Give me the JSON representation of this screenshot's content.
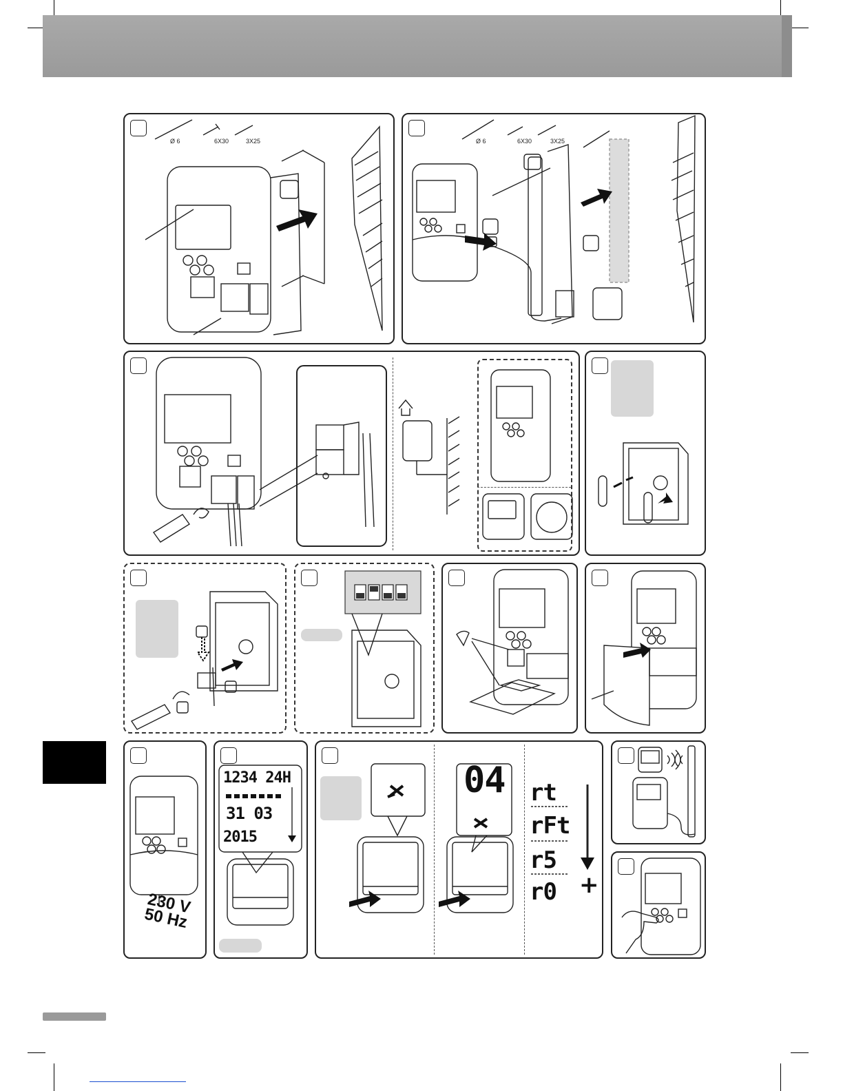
{
  "labels": {
    "drill": "Ø 6",
    "plug": "6X30",
    "screw": "3X25"
  },
  "display": {
    "line1": "1234 24H",
    "line2": "31 03",
    "line3": "2015",
    "big": "04"
  },
  "modes": [
    "rt",
    "rFt",
    "r5",
    "r0"
  ],
  "plus_sign": "+",
  "power": {
    "voltage": "230 V",
    "frequency": "50 Hz"
  },
  "colors": {
    "header": "#a3a3a3",
    "panel_border": "#222222",
    "placeholder": "#d7d7d7",
    "tab": "#000000"
  }
}
